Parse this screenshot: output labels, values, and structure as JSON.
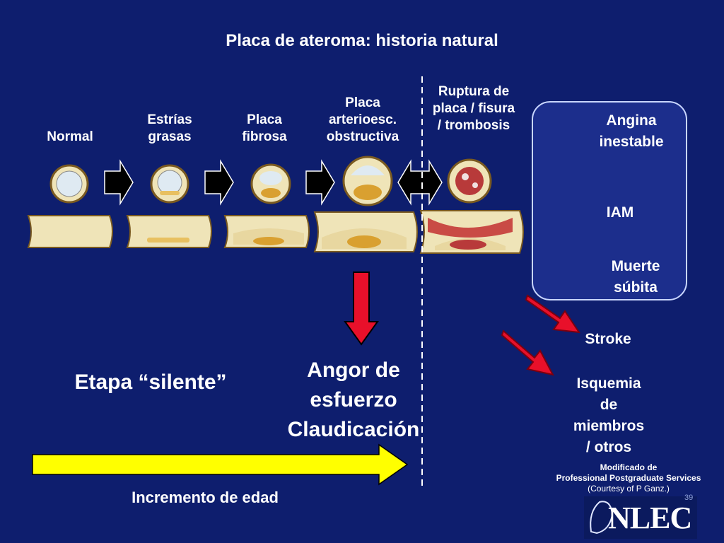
{
  "title": "Placa de ateroma: historia natural",
  "stages": [
    {
      "label": "Normal"
    },
    {
      "label": "Estrías\ngrasas"
    },
    {
      "label": "Placa\nfibrosa"
    },
    {
      "label": "Placa\narterioesc.\nobstructiva"
    },
    {
      "label": "Ruptura de\nplaca / fisura\n/  trombosis"
    }
  ],
  "panel_outcomes": [
    "Angina\ninestable",
    "IAM",
    "Muerte\nsúbita"
  ],
  "outside_outcomes": [
    "Stroke",
    "Isquemia\nde\nmiembros\n/ otros"
  ],
  "silent_stage": "Etapa “silente”",
  "effort_outcome": "Angor de\nesfuerzo\nClaudicación",
  "age_label": "Incremento de edad",
  "credit": {
    "line1": "Modificado de",
    "line2": "Professional Postgraduate Services",
    "line3": "(Courtesy of P Ganz.)"
  },
  "logo_text": "NLEC",
  "slide_number": "39",
  "colors": {
    "background": "#0e1e6e",
    "arrow_red": "#e8102a",
    "arrow_yellow": "#ffff00",
    "panel_border": "#c9d6ff"
  }
}
